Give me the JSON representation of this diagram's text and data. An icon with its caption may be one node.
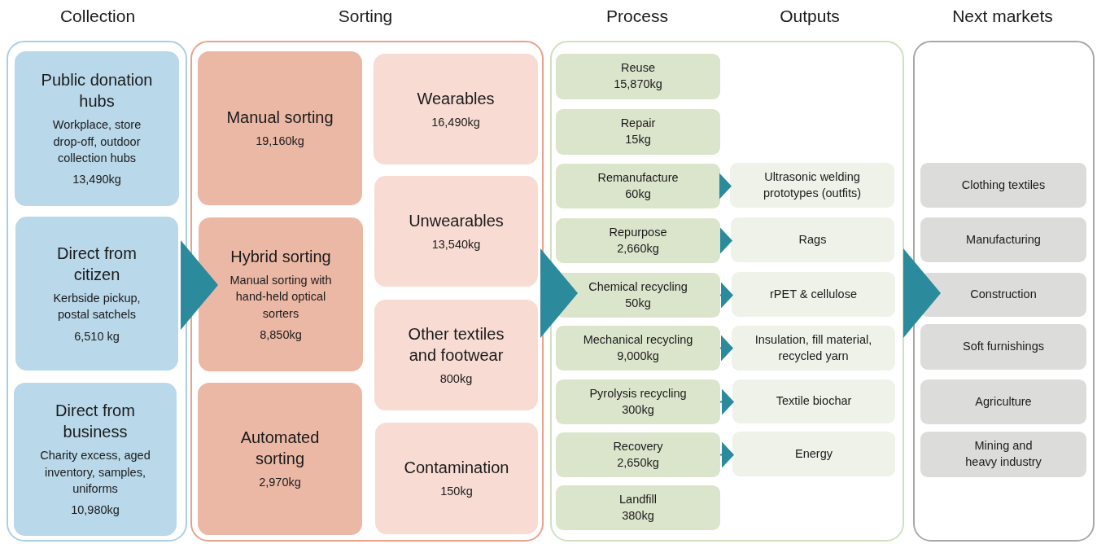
{
  "diagram": {
    "nodes": [
      {
        "text": [
          "Collection"
        ]
      },
      {
        "text": [
          "Public donation hubs",
          "Workplace, store drop-off, outdoor collection hubs",
          "13,490kg"
        ],
        "in": 0
      },
      {
        "text": [
          "Direct from citizen",
          "Kerbside pickup, postal satchels",
          "6,510 kg"
        ],
        "in": 0
      },
      {
        "text": [
          "Direct from business",
          "Charity excess, aged inventory, samples, uniforms",
          "10,980kg"
        ],
        "in": 0
      },
      {
        "text": [
          "Sorting"
        ]
      },
      {
        "text": [
          "Manual sorting",
          "19,160kg"
        ],
        "in": 4
      },
      {
        "text": [
          "Hybrid sorting",
          "Manual sorting with hand-held optical sorters",
          "8,850kg"
        ],
        "in": 4
      },
      {
        "text": [
          "Automated sorting",
          "2,970kg"
        ],
        "in": 4
      },
      {
        "text": [
          "Wearables",
          "16,490kg"
        ],
        "in": 4
      },
      {
        "text": [
          "Unwearables",
          "13,540kg"
        ],
        "in": 4
      },
      {
        "text": [
          "Other textiles and footwear",
          "800kg"
        ],
        "in": 4
      },
      {
        "text": [
          "Contamination",
          "150kg"
        ],
        "in": 4
      },
      {
        "text": [
          "Process",
          "Outputs"
        ]
      },
      {
        "text": [
          "Reuse",
          "15,870kg"
        ],
        "in": 12
      },
      {
        "text": [
          "Repair",
          "15kg"
        ],
        "in": 12
      },
      {
        "text": [
          "Remanufacture",
          "60kg"
        ],
        "in": 12
      },
      {
        "text": [
          "Repurpose",
          "2,660kg"
        ],
        "in": 12
      },
      {
        "text": [
          "Chemical recycling",
          "50kg"
        ],
        "in": 12
      },
      {
        "text": [
          "Mechanical recycling",
          "9,000kg"
        ],
        "in": 12
      },
      {
        "text": [
          "Pyrolysis recycling",
          "300kg"
        ],
        "in": 12
      },
      {
        "text": [
          "Recovery",
          "2,650kg"
        ],
        "in": 12
      },
      {
        "text": [
          "Landfill",
          "380kg"
        ],
        "in": 12
      },
      {
        "text": [
          "Ultrasonic welding prototypes (outfits)"
        ],
        "in": 12
      },
      {
        "text": [
          "Rags"
        ],
        "in": 12
      },
      {
        "text": [
          "rPET & cellulose"
        ],
        "in": 12
      },
      {
        "text": [
          "Insulation, fill material, recycled yarn"
        ],
        "in": 12
      },
      {
        "text": [
          "Textile biochar"
        ],
        "in": 12
      },
      {
        "text": [
          "Energy"
        ],
        "in": 12
      },
      {
        "text": [
          "Next markets"
        ]
      },
      {
        "text": [
          "Clothing textiles"
        ],
        "in": 28
      },
      {
        "text": [
          "Manufacturing"
        ],
        "in": 28
      },
      {
        "text": [
          "Construction"
        ],
        "in": 28
      },
      {
        "text": [
          "Soft furnishings"
        ],
        "in": 28
      },
      {
        "text": [
          "Agriculture"
        ],
        "in": 28
      },
      {
        "text": [
          "Mining and heavy industry"
        ],
        "in": 28
      }
    ],
    "edges": [
      {
        "from": 0,
        "to": 4,
        "arrow": "to"
      },
      {
        "from": 4,
        "to": 12,
        "arrow": "to"
      },
      {
        "from": 12,
        "to": 28,
        "arrow": "to"
      },
      {
        "from": 15,
        "to": 22,
        "arrow": "to"
      },
      {
        "from": 16,
        "to": 23,
        "arrow": "to"
      },
      {
        "from": 17,
        "to": 24,
        "arrow": "to"
      },
      {
        "from": 18,
        "to": 25,
        "arrow": "to"
      },
      {
        "from": 19,
        "to": 26,
        "arrow": "to"
      },
      {
        "from": 20,
        "to": 27,
        "arrow": "to"
      }
    ]
  }
}
